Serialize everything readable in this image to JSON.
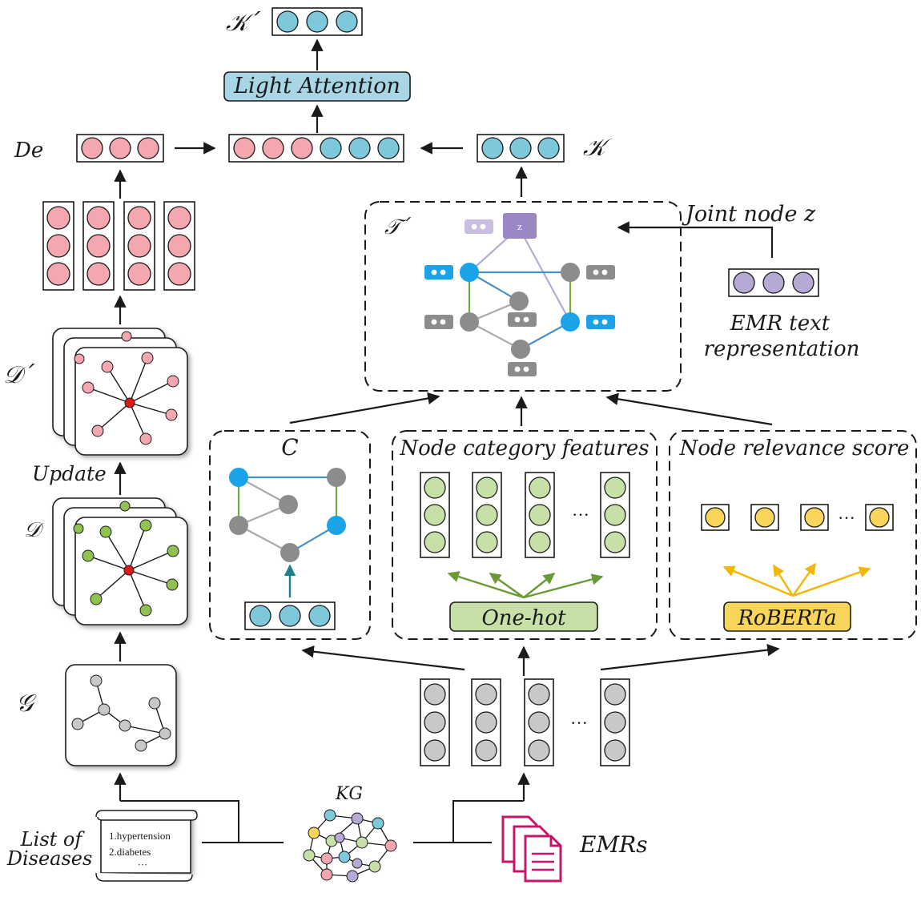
{
  "labels": {
    "k_prime": "𝒦´",
    "light_attention": "Light Attention",
    "de": "De",
    "k": "𝒦",
    "t_prime": "𝒯´",
    "joint_node": "Joint node z",
    "z": "z",
    "emr_text_line1": "EMR text",
    "emr_text_line2": "representation",
    "d_prime": "𝒟´",
    "update": "Update",
    "d": "𝒟",
    "g": "𝒢",
    "c": "C",
    "node_category_features": "Node category features",
    "node_relevance_score": "Node relevance score",
    "one_hot": "One-hot",
    "roberta": "RoBERTa",
    "kg": "KG",
    "list_of_line1": "List of",
    "list_of_line2": "Diseases",
    "emrs": "EMRs",
    "disease_1": "1.hypertension",
    "disease_2": "2.diabetes",
    "ellipsis": "···"
  },
  "colors": {
    "pink": "#f4a7ae",
    "blue": "#7ec8dc",
    "light_blue_box": "#a9d6e5",
    "green": "#c7e0a8",
    "yellow": "#f9d55b",
    "purple": "#b7a9d6",
    "gray": "#c8c8c8",
    "magenta": "#c8156c",
    "bright_blue": "#1aa3e8",
    "olive_green": "#6a9a36",
    "gold": "#f2b705"
  }
}
